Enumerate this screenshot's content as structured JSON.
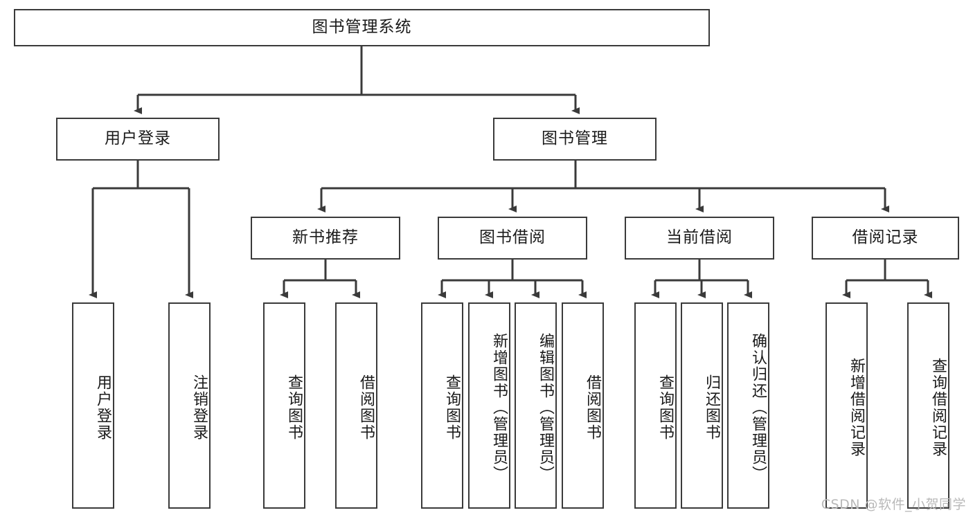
{
  "diagram": {
    "title": "图书管理系统",
    "type": "tree-hierarchy-chart",
    "root": {
      "label": "图书管理系统"
    },
    "level2": [
      {
        "label": "用户登录"
      },
      {
        "label": "图书管理"
      }
    ],
    "level3": [
      {
        "label": "新书推荐"
      },
      {
        "label": "图书借阅"
      },
      {
        "label": "当前借阅"
      },
      {
        "label": "借阅记录"
      }
    ],
    "leaves": {
      "user_login": [
        {
          "label": "用户登录"
        },
        {
          "label": "注销登录"
        }
      ],
      "new_book_recommend": [
        {
          "label": "查询图书"
        },
        {
          "label": "借阅图书"
        }
      ],
      "book_borrow": [
        {
          "label": "查询图书"
        },
        {
          "label": "新增图书（管理员）"
        },
        {
          "label": "编辑图书（管理员）"
        },
        {
          "label": "借阅图书"
        }
      ],
      "current_borrow": [
        {
          "label": "查询图书"
        },
        {
          "label": "归还图书"
        },
        {
          "label": "确认归还（管理员）"
        }
      ],
      "borrow_record": [
        {
          "label": "新增借阅记录"
        },
        {
          "label": "查询借阅记录"
        }
      ]
    }
  },
  "watermark": {
    "text": "CSDN @软件_小贺同学"
  },
  "colors": {
    "box_border": "#3a3a3a",
    "edge": "#3a3a3a",
    "background": "#ffffff",
    "text": "#1a1a1a",
    "watermark": "#b9b9b9"
  }
}
